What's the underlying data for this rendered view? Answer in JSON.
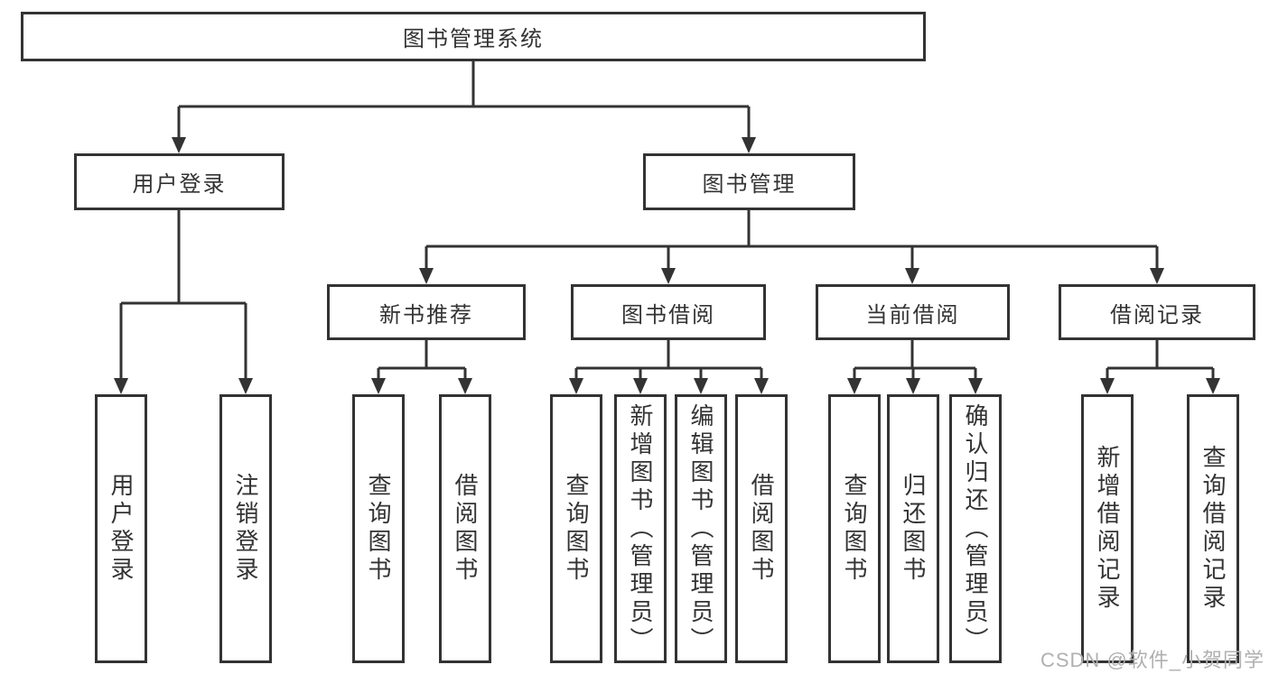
{
  "diagram": {
    "root": {
      "label": "图书管理系统"
    },
    "level2": [
      {
        "label": "用户登录"
      },
      {
        "label": "图书管理"
      }
    ],
    "level3": [
      {
        "label": "新书推荐"
      },
      {
        "label": "图书借阅"
      },
      {
        "label": "当前借阅"
      },
      {
        "label": "借阅记录"
      }
    ],
    "leaves": {
      "user_login": [
        {
          "label": "用户登录"
        },
        {
          "label": "注销登录"
        }
      ],
      "new_book": [
        {
          "label": "查询图书"
        },
        {
          "label": "借阅图书"
        }
      ],
      "book_borrow": [
        {
          "label": "查询图书"
        },
        {
          "label": "新增图书（管理员）"
        },
        {
          "label": "编辑图书（管理员）"
        },
        {
          "label": "借阅图书"
        }
      ],
      "current_borrow": [
        {
          "label": "查询图书"
        },
        {
          "label": "归还图书"
        },
        {
          "label": "确认归还（管理员）"
        }
      ],
      "borrow_records": [
        {
          "label": "新增借阅记录"
        },
        {
          "label": "查询借阅记录"
        }
      ]
    },
    "watermark": "CSDN @软件_小贺同学",
    "colors": {
      "line": "#333333",
      "text": "#333333",
      "box_background": "#ffffff",
      "watermark": "#b0b0b0"
    }
  }
}
